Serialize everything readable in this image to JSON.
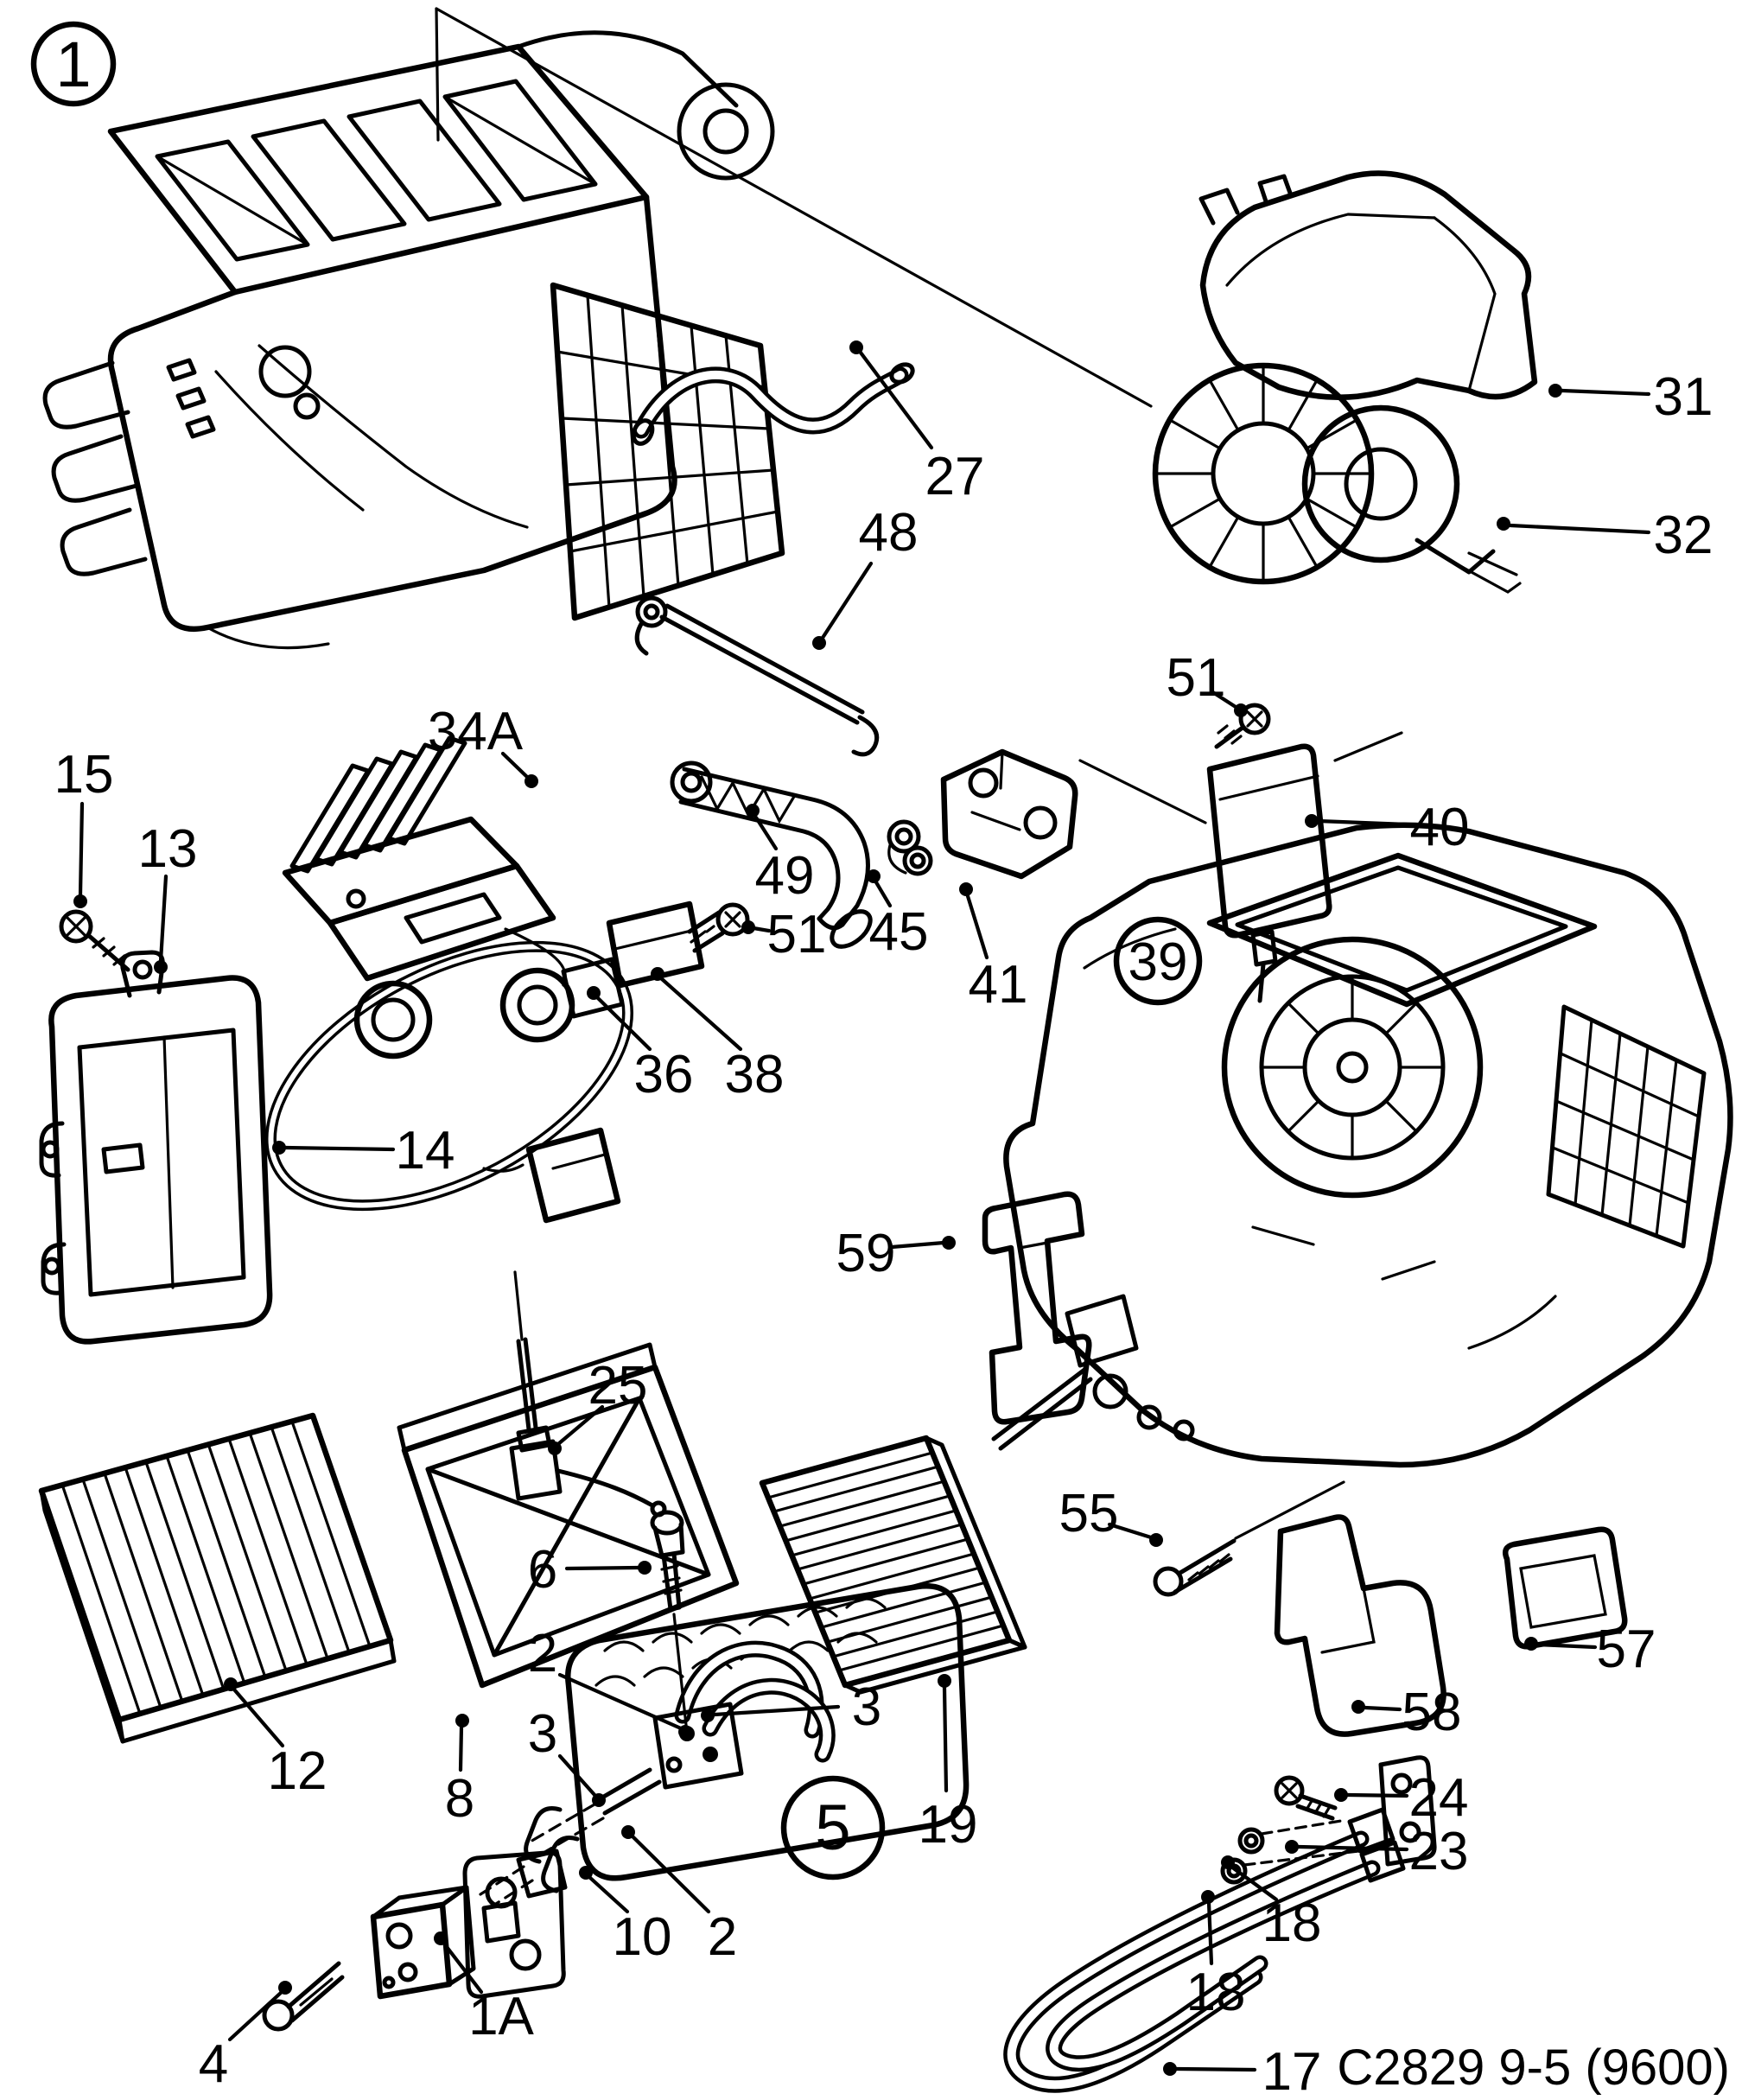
{
  "colors": {
    "line": "#000000",
    "background": "#ffffff"
  },
  "callouts": [
    {
      "id": "1",
      "label": "1",
      "circled": true
    },
    {
      "id": "27",
      "label": "27"
    },
    {
      "id": "31",
      "label": "31"
    },
    {
      "id": "32",
      "label": "32"
    },
    {
      "id": "48",
      "label": "48"
    },
    {
      "id": "51a",
      "label": "51"
    },
    {
      "id": "34A",
      "label": "34A"
    },
    {
      "id": "15",
      "label": "15"
    },
    {
      "id": "13",
      "label": "13"
    },
    {
      "id": "49",
      "label": "49"
    },
    {
      "id": "45",
      "label": "45"
    },
    {
      "id": "41",
      "label": "41"
    },
    {
      "id": "39",
      "label": "39",
      "circled": true
    },
    {
      "id": "40",
      "label": "40"
    },
    {
      "id": "51b",
      "label": "51"
    },
    {
      "id": "36",
      "label": "36"
    },
    {
      "id": "38",
      "label": "38"
    },
    {
      "id": "14",
      "label": "14"
    },
    {
      "id": "59",
      "label": "59"
    },
    {
      "id": "25",
      "label": "25"
    },
    {
      "id": "6",
      "label": "6"
    },
    {
      "id": "2a",
      "label": "2"
    },
    {
      "id": "3a",
      "label": "3"
    },
    {
      "id": "3b",
      "label": "3"
    },
    {
      "id": "5",
      "label": "5",
      "circled": true
    },
    {
      "id": "19",
      "label": "19"
    },
    {
      "id": "10",
      "label": "10"
    },
    {
      "id": "2b",
      "label": "2"
    },
    {
      "id": "12",
      "label": "12"
    },
    {
      "id": "8",
      "label": "8"
    },
    {
      "id": "1A",
      "label": "1A"
    },
    {
      "id": "4",
      "label": "4"
    },
    {
      "id": "55",
      "label": "55"
    },
    {
      "id": "57",
      "label": "57"
    },
    {
      "id": "58",
      "label": "58"
    },
    {
      "id": "24",
      "label": "24"
    },
    {
      "id": "23",
      "label": "23"
    },
    {
      "id": "18a",
      "label": "18"
    },
    {
      "id": "18b",
      "label": "18"
    },
    {
      "id": "17",
      "label": "17"
    }
  ],
  "footer": {
    "drawing_code": "C2829 9-5 (9600)"
  }
}
